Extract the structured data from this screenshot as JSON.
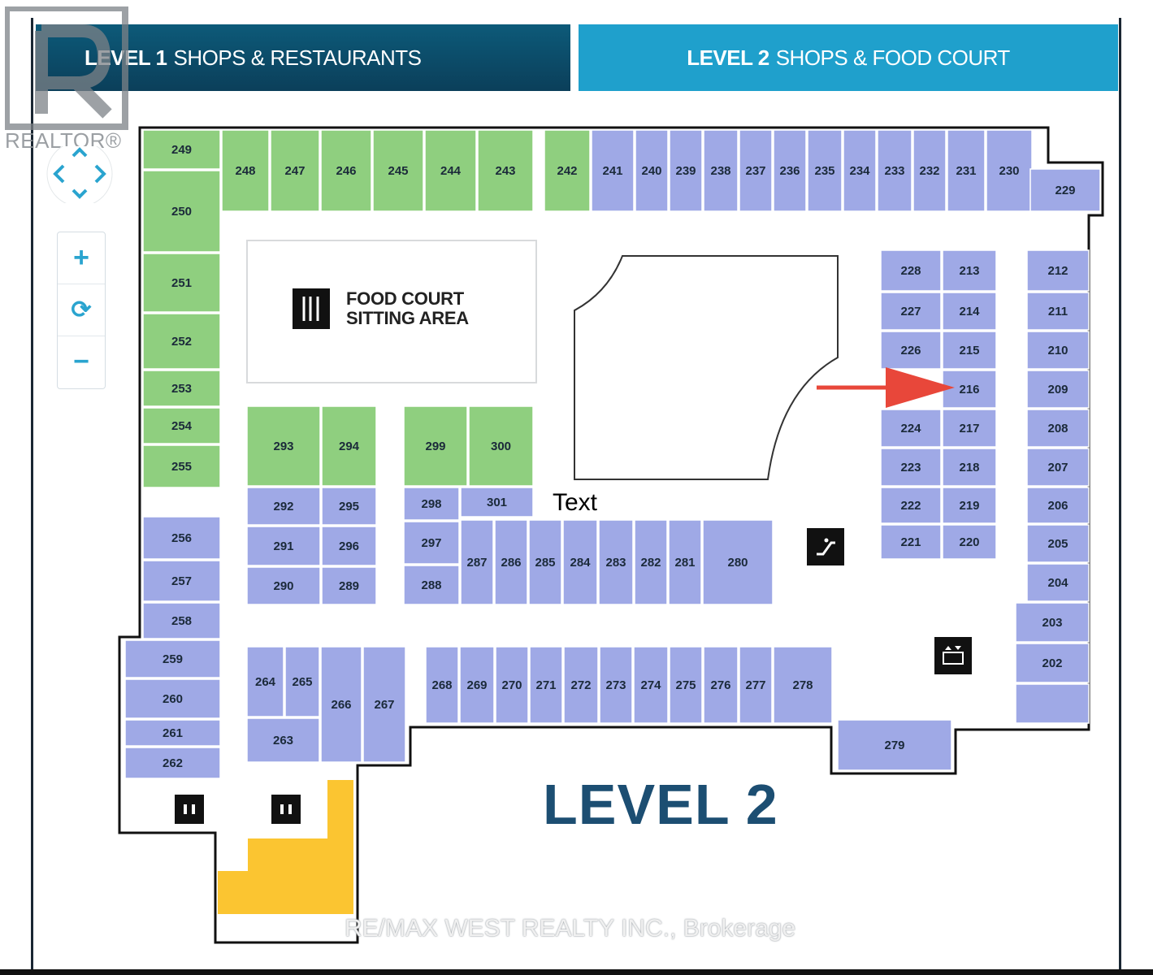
{
  "tabs": {
    "level1": {
      "num": "LEVEL 1",
      "label": "SHOPS & RESTAURANTS"
    },
    "level2": {
      "num": "LEVEL 2",
      "label": "SHOPS & FOOD COURT"
    }
  },
  "realtor": {
    "text": "REALTOR®"
  },
  "controls": {
    "zoom_in": "+",
    "reset": "⟳",
    "zoom_out": "−"
  },
  "food_court": {
    "line1": "FOOD COURT",
    "line2": "SITTING AREA"
  },
  "annotation": {
    "text": "Text"
  },
  "level_title": "LEVEL 2",
  "watermark": "RE/MAX WEST REALTY INC., Brokerage",
  "colors": {
    "green": "#8fcf7f",
    "blue": "#9fa9e6",
    "yellow": "#fbc531",
    "tab_dark": "#0b4a68",
    "tab_light": "#1fa0cc",
    "arrow": "#e8473a"
  },
  "units": {
    "green": [
      "249",
      "250",
      "251",
      "252",
      "253",
      "254",
      "255",
      "248",
      "247",
      "246",
      "245",
      "244",
      "243",
      "242",
      "293",
      "294",
      "299",
      "300"
    ],
    "blue": [
      "241",
      "240",
      "239",
      "238",
      "237",
      "236",
      "235",
      "234",
      "233",
      "232",
      "231",
      "230",
      "229",
      "228",
      "213",
      "212",
      "227",
      "214",
      "211",
      "226",
      "215",
      "210",
      "216",
      "209",
      "224",
      "217",
      "208",
      "223",
      "218",
      "207",
      "222",
      "219",
      "206",
      "221",
      "220",
      "205",
      "204",
      "203",
      "202",
      "292",
      "295",
      "298",
      "301",
      "291",
      "296",
      "297",
      "290",
      "289",
      "288",
      "287",
      "286",
      "285",
      "284",
      "283",
      "282",
      "281",
      "280",
      "256",
      "257",
      "258",
      "259",
      "260",
      "261",
      "262",
      "264",
      "265",
      "266",
      "267",
      "263",
      "268",
      "269",
      "270",
      "271",
      "272",
      "273",
      "274",
      "275",
      "276",
      "277",
      "278",
      "279"
    ]
  },
  "highlighted_unit": "216"
}
